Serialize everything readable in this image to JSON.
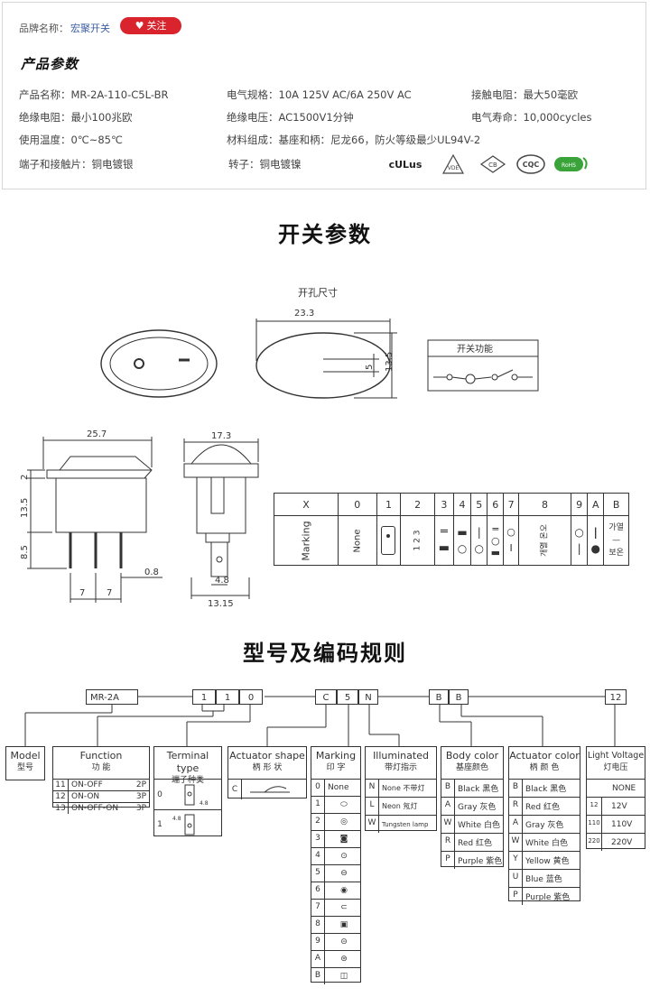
{
  "header": {
    "brand_label": "品牌名称：",
    "brand_name": "宏聚开关",
    "follow_label": "关注",
    "section_title": "产品参数"
  },
  "params": [
    {
      "text": "产品名称：MR-2A-110-C5L-BR"
    },
    {
      "text": "电气规格：10A  125V  AC/6A 250V  AC"
    },
    {
      "text": "接触电阻：最大50毫欧"
    },
    {
      "text": "绝缘电阻：最小100兆欧"
    },
    {
      "text": "绝缘电压：AC1500V1分钟"
    },
    {
      "text": "电气寿命：10,000cycles"
    },
    {
      "text": "使用温度：0℃~85℃"
    },
    {
      "text": "材料组成：基座和柄：尼龙66，防火等级最少UL94V-2"
    },
    {
      "text": "端子和接触片：铜电镀银"
    },
    {
      "text": "转子：铜电镀镍"
    }
  ],
  "certs": [
    "cULus",
    "VDE",
    "CB",
    "CQC",
    "RoHS"
  ],
  "switch_section": {
    "title": "开关参数",
    "cutout_title": "开孔尺寸",
    "function_title": "开关功能",
    "dim_23_3": "23.3",
    "dim_5": "5",
    "dim_13_5": "13.5",
    "dim_25_7": "25.7",
    "dim_17_3": "17.3",
    "dim_2": "2",
    "dim_13_5b": "13.5",
    "dim_8_5": "8.5",
    "dim_7a": "7",
    "dim_7b": "7",
    "dim_0_8": "0.8",
    "dim_4_8": "4.8",
    "dim_13_15": "13.15"
  },
  "marking_table": {
    "header": [
      "X",
      "0",
      "1",
      "2",
      "3",
      "4",
      "5",
      "6",
      "7",
      "8",
      "9",
      "A",
      "B"
    ],
    "row_label": "Marking",
    "none_label": "None",
    "cell_2": "1 2 3",
    "cell_8": "개열",
    "cell_8b": "온오",
    "cell_b": "가열",
    "cell_bb": "보온"
  },
  "coding_section": {
    "title": "型号及编码规则",
    "codes": [
      "MR-2A",
      "1",
      "1",
      "0",
      "C",
      "5",
      "N",
      "B",
      "B",
      "12"
    ]
  },
  "boxes": {
    "model": {
      "en": "Model",
      "cn": "型号"
    },
    "function": {
      "en": "Function",
      "cn": "功  能",
      "rows": [
        {
          "k": "11",
          "v": "ON-OFF",
          "e": "2P"
        },
        {
          "k": "12",
          "v": "ON-ON",
          "e": "3P"
        },
        {
          "k": "13",
          "v": "ON-OFF-ON",
          "e": "3P"
        }
      ]
    },
    "terminal": {
      "en": "Terminal type",
      "cn": "端子种类",
      "rows": [
        "0",
        "1"
      ],
      "dim": "4.8"
    },
    "actuator": {
      "en": "Actuator shape",
      "cn": "柄 形 状",
      "row": "C"
    },
    "marking": {
      "en": "Marking",
      "cn": "印  字",
      "rows": [
        "0",
        "1",
        "2",
        "3",
        "4",
        "5",
        "6",
        "7",
        "8",
        "9",
        "A",
        "B"
      ],
      "none": "None"
    },
    "illuminated": {
      "en": "Illuminated",
      "cn": "带灯指示",
      "rows": [
        {
          "k": "N",
          "v": "None  不带灯"
        },
        {
          "k": "L",
          "v": "Neon  氖灯"
        },
        {
          "k": "W",
          "v": "Tungsten lamp"
        }
      ]
    },
    "body": {
      "en": "Body color",
      "cn": "基座颜色",
      "rows": [
        {
          "k": "B",
          "v": "Black 黑色"
        },
        {
          "k": "A",
          "v": "Gray 灰色"
        },
        {
          "k": "W",
          "v": "White 白色"
        },
        {
          "k": "R",
          "v": "Red 红色"
        },
        {
          "k": "P",
          "v": "Purple  紫色"
        }
      ]
    },
    "act_color": {
      "en": "Actuator color",
      "cn": "柄 颜 色",
      "rows": [
        {
          "k": "B",
          "v": "Black 黑色"
        },
        {
          "k": "R",
          "v": "Red  红色"
        },
        {
          "k": "A",
          "v": "Gray 灰色"
        },
        {
          "k": "W",
          "v": "White 白色"
        },
        {
          "k": "Y",
          "v": "Yellow 黄色"
        },
        {
          "k": "U",
          "v": "Blue  蓝色"
        },
        {
          "k": "P",
          "v": "Purple 紫色"
        }
      ]
    },
    "voltage": {
      "en": "Light Voltage",
      "cn": "灯电压",
      "rows": [
        {
          "k": "",
          "v": "NONE"
        },
        {
          "k": "12",
          "v": "12V"
        },
        {
          "k": "110",
          "v": "110V"
        },
        {
          "k": "220",
          "v": "220V"
        }
      ]
    }
  }
}
